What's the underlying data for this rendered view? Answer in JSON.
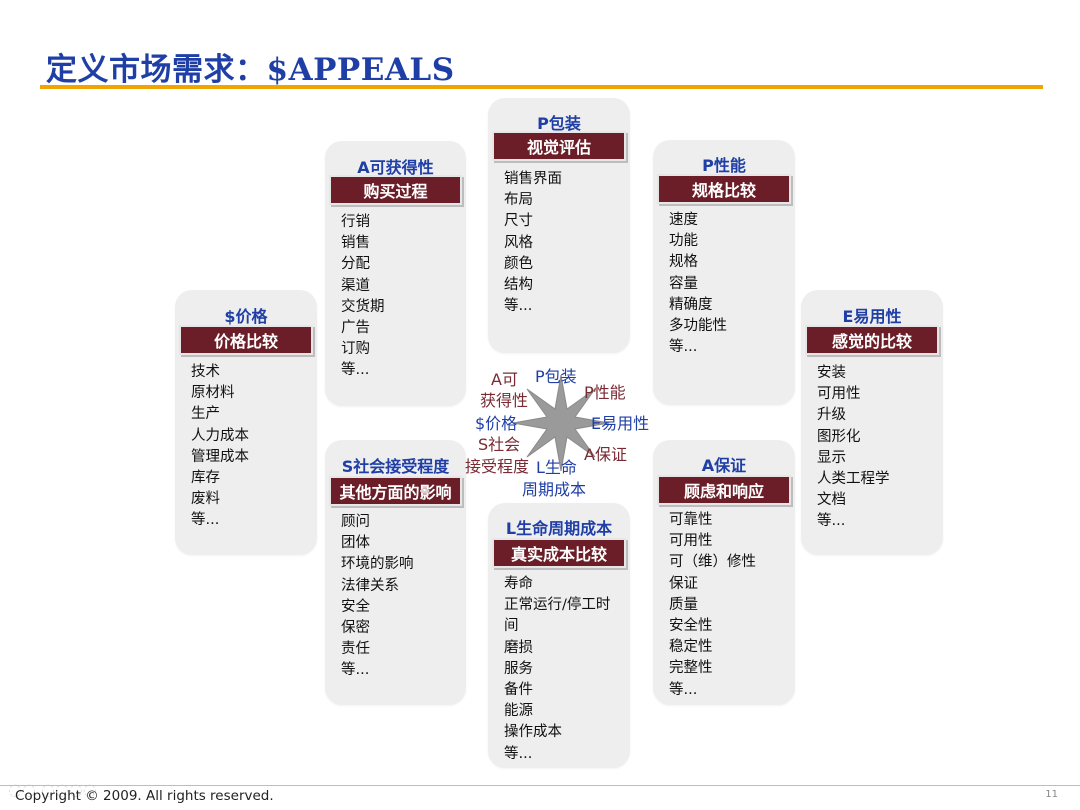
{
  "title": "定义市场需求：$APPEALS",
  "cards": {
    "price": {
      "header": "$价格",
      "bar": "价格比较",
      "items": [
        "技术",
        "原材料",
        "生产",
        "人力成本",
        "管理成本",
        "库存",
        "废料",
        "等..."
      ]
    },
    "availability": {
      "header": "A可获得性",
      "bar": "购买过程",
      "items": [
        "行销",
        "销售",
        "分配",
        "渠道",
        "交货期",
        "广告",
        "订购",
        "等..."
      ]
    },
    "packaging": {
      "header": "P包装",
      "bar": "视觉评估",
      "items": [
        "销售界面",
        "布局",
        "尺寸",
        "风格",
        "颜色",
        "结构",
        "等..."
      ]
    },
    "performance": {
      "header": "P性能",
      "bar": "规格比较",
      "items": [
        "速度",
        "功能",
        "规格",
        "容量",
        "精确度",
        "多功能性",
        "等..."
      ]
    },
    "ease": {
      "header": "E易用性",
      "bar": "感觉的比较",
      "items": [
        "安装",
        "可用性",
        "升级",
        "图形化",
        "显示",
        "人类工程学",
        "文档",
        "等..."
      ]
    },
    "social": {
      "header": "S社会接受程度",
      "bar": "其他方面的影响",
      "items": [
        "顾问",
        "团体",
        "环境的影响",
        "法律关系",
        "安全",
        "保密",
        "责任",
        "等..."
      ]
    },
    "lifecycle": {
      "header": "L生命周期成本",
      "bar": "真实成本比较",
      "items": [
        "寿命",
        "正常运行/停工时",
        "间",
        "磨损",
        "服务",
        "备件",
        "能源",
        "操作成本",
        "等..."
      ]
    },
    "assurance": {
      "header": "A保证",
      "bar": "顾虑和响应",
      "items": [
        "可靠性",
        "可用性",
        "可（维）修性",
        "保证",
        "质量",
        "安全性",
        "稳定性",
        "完整性",
        "等..."
      ]
    }
  },
  "star": {
    "availability_1": "A可",
    "availability_2": "获得性",
    "packaging": "P包装",
    "performance": "P性能",
    "price": "$价格",
    "ease": "E易用性",
    "social_1": "S社会",
    "social_2": "接受程度",
    "assurance": "A保证",
    "lifecycle_1": "L生命",
    "lifecycle_2": "周期成本"
  },
  "footer": {
    "copyright": "Copyright © 2009. All rights reserved.",
    "page": "11"
  },
  "colors": {
    "title_blue": "#1f3fa6",
    "rule_orange": "#f0a400",
    "bar_maroon": "#6b1e27",
    "card_bg": "#eeeeee",
    "star_gray": "#9a9a9a"
  }
}
